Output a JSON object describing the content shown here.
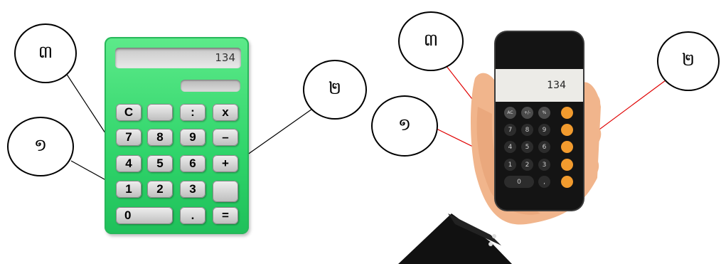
{
  "left_calculator": {
    "display_value": "134",
    "keys": [
      {
        "label": "C"
      },
      {
        "label": ""
      },
      {
        "label": ":"
      },
      {
        "label": "x"
      },
      {
        "label": "7"
      },
      {
        "label": "8"
      },
      {
        "label": "9"
      },
      {
        "label": "–"
      },
      {
        "label": "4"
      },
      {
        "label": "5"
      },
      {
        "label": "6"
      },
      {
        "label": "+"
      },
      {
        "label": "1"
      },
      {
        "label": "2"
      },
      {
        "label": "3"
      },
      {
        "label": ""
      },
      {
        "label": "0"
      },
      {
        "label": "."
      },
      {
        "label": "="
      }
    ],
    "callouts": {
      "first": "១",
      "second": "២",
      "third": "៣"
    }
  },
  "right_calculator": {
    "display_value": "134",
    "keys": [
      {
        "label": "AC"
      },
      {
        "label": "+/-"
      },
      {
        "label": "%"
      },
      {
        "label": ""
      },
      {
        "label": "7"
      },
      {
        "label": "8"
      },
      {
        "label": "9"
      },
      {
        "label": ""
      },
      {
        "label": "4"
      },
      {
        "label": "5"
      },
      {
        "label": "6"
      },
      {
        "label": ""
      },
      {
        "label": "1"
      },
      {
        "label": "2"
      },
      {
        "label": "3"
      },
      {
        "label": ""
      },
      {
        "label": "0"
      },
      {
        "label": ","
      },
      {
        "label": ""
      }
    ],
    "callouts": {
      "first": "១",
      "second": "២",
      "third": "៣"
    }
  },
  "colors": {
    "calculator_body": "#2fd46a",
    "phone_operator": "#f29b2e",
    "arrow_left": "#000000",
    "arrow_right": "#e00000"
  }
}
